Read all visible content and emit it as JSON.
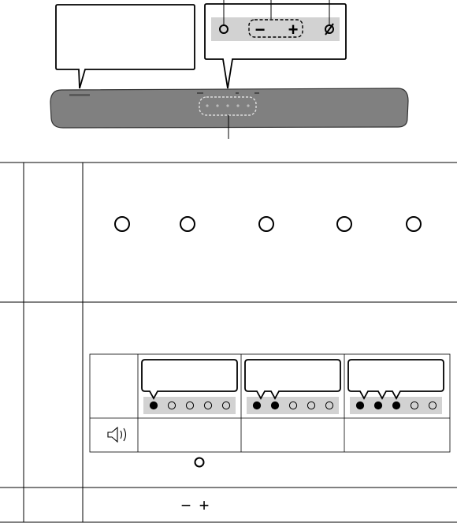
{
  "device": {
    "name": "soundbar",
    "callout_panel_labels": [
      "",
      "",
      ""
    ],
    "top_panel_icons": [
      "power-icon",
      "volume-minus-icon",
      "volume-plus-icon",
      "bluetooth-pairing-icon"
    ],
    "top_panel_symbols": {
      "minus": "−",
      "plus": "+"
    }
  },
  "table": {
    "rows": [
      {
        "id": "row-1",
        "col1": "",
        "col2": "",
        "indicator_count": 5
      },
      {
        "id": "row-2",
        "col1": "",
        "col2": "",
        "inner_table": true
      },
      {
        "id": "row-3",
        "col1": "",
        "col2": "",
        "symbols": "− +"
      }
    ]
  },
  "volume_table": {
    "header_icon": "speaker-volume-icon",
    "columns": [
      {
        "lit": 1,
        "total": 5,
        "callout_text": "",
        "value_text": ""
      },
      {
        "lit": 2,
        "total": 5,
        "callout_text": "",
        "value_text": ""
      },
      {
        "lit": 3,
        "total": 5,
        "callout_text": "",
        "value_text": ""
      }
    ]
  },
  "colors": {
    "bar_body": "#808080",
    "panel_gray": "#d2d2d2",
    "indicator_fill": "#000000",
    "line": "#000000"
  }
}
